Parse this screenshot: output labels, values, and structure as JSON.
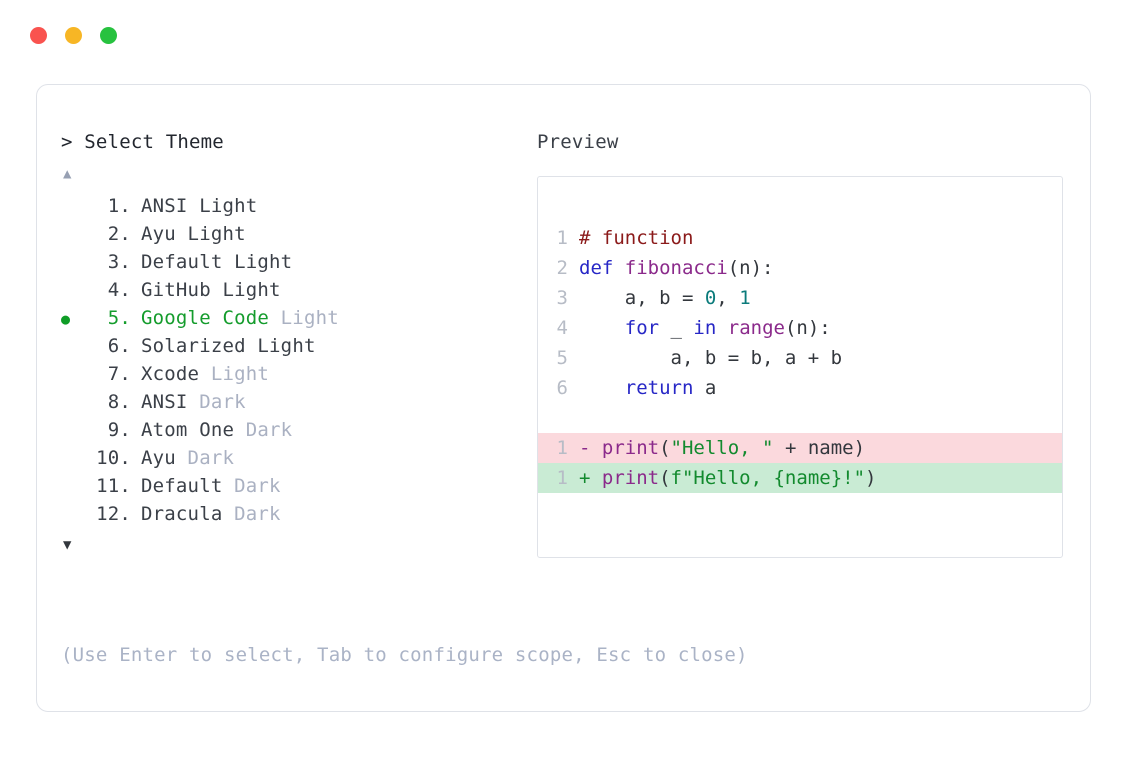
{
  "window": {
    "controls": [
      {
        "name": "close",
        "color": "#f9534f"
      },
      {
        "name": "minimize",
        "color": "#f7b625"
      },
      {
        "name": "maximize",
        "color": "#27c23f"
      }
    ]
  },
  "selector": {
    "prompt_symbol": ">",
    "title": "Select Theme",
    "scroll_up_glyph": "▲",
    "scroll_down_glyph": "▼",
    "bullet_glyph": "●",
    "selected_index": 5,
    "items": [
      {
        "number": "1.",
        "name": "ANSI",
        "variant": "Light",
        "variant_muted": false,
        "selected": false
      },
      {
        "number": "2.",
        "name": "Ayu",
        "variant": "Light",
        "variant_muted": false,
        "selected": false
      },
      {
        "number": "3.",
        "name": "Default",
        "variant": "Light",
        "variant_muted": false,
        "selected": false
      },
      {
        "number": "4.",
        "name": "GitHub",
        "variant": "Light",
        "variant_muted": false,
        "selected": false
      },
      {
        "number": "5.",
        "name": "Google Code",
        "variant": "Light",
        "variant_muted": true,
        "selected": true
      },
      {
        "number": "6.",
        "name": "Solarized",
        "variant": "Light",
        "variant_muted": false,
        "selected": false
      },
      {
        "number": "7.",
        "name": "Xcode",
        "variant": "Light",
        "variant_muted": true,
        "selected": false
      },
      {
        "number": "8.",
        "name": "ANSI",
        "variant": "Dark",
        "variant_muted": true,
        "selected": false
      },
      {
        "number": "9.",
        "name": "Atom One",
        "variant": "Dark",
        "variant_muted": true,
        "selected": false
      },
      {
        "number": "10.",
        "name": "Ayu",
        "variant": "Dark",
        "variant_muted": true,
        "selected": false
      },
      {
        "number": "11.",
        "name": "Default",
        "variant": "Dark",
        "variant_muted": true,
        "selected": false
      },
      {
        "number": "12.",
        "name": "Dracula",
        "variant": "Dark",
        "variant_muted": true,
        "selected": false
      }
    ],
    "hint": "(Use Enter to select, Tab to configure scope, Esc to close)"
  },
  "preview": {
    "label": "Preview",
    "code_lines": [
      {
        "number": "1",
        "tokens": [
          {
            "t": "# function",
            "c": "tok-comment"
          }
        ]
      },
      {
        "number": "2",
        "tokens": [
          {
            "t": "def ",
            "c": "tok-kw"
          },
          {
            "t": "fibonacci",
            "c": "tok-fn"
          },
          {
            "t": "(n):",
            "c": "tok-plain"
          }
        ]
      },
      {
        "number": "3",
        "tokens": [
          {
            "t": "    a, b = ",
            "c": "tok-plain"
          },
          {
            "t": "0",
            "c": "tok-num"
          },
          {
            "t": ", ",
            "c": "tok-plain"
          },
          {
            "t": "1",
            "c": "tok-num"
          }
        ]
      },
      {
        "number": "4",
        "tokens": [
          {
            "t": "    ",
            "c": "tok-plain"
          },
          {
            "t": "for",
            "c": "tok-kw"
          },
          {
            "t": " _ ",
            "c": "tok-plain"
          },
          {
            "t": "in",
            "c": "tok-kw"
          },
          {
            "t": " ",
            "c": "tok-plain"
          },
          {
            "t": "range",
            "c": "tok-fn"
          },
          {
            "t": "(n):",
            "c": "tok-plain"
          }
        ]
      },
      {
        "number": "5",
        "tokens": [
          {
            "t": "        a, b = b, a + b",
            "c": "tok-plain"
          }
        ]
      },
      {
        "number": "6",
        "tokens": [
          {
            "t": "    ",
            "c": "tok-plain"
          },
          {
            "t": "return",
            "c": "tok-kw"
          },
          {
            "t": " a",
            "c": "tok-plain"
          }
        ]
      }
    ],
    "diff_lines": [
      {
        "number": "1",
        "kind": "removed",
        "marker": "-",
        "background": "#fbd9dd",
        "tokens": [
          {
            "t": "print",
            "c": "tok-fn"
          },
          {
            "t": "(",
            "c": "tok-plain"
          },
          {
            "t": "\"Hello, \"",
            "c": "tok-str"
          },
          {
            "t": " + name)",
            "c": "tok-plain"
          }
        ]
      },
      {
        "number": "1",
        "kind": "added",
        "marker": "+",
        "background": "#c9ebd4",
        "tokens": [
          {
            "t": "print",
            "c": "tok-fn"
          },
          {
            "t": "(",
            "c": "tok-plain"
          },
          {
            "t": "f\"Hello, {name}!\"",
            "c": "tok-str"
          },
          {
            "t": ")",
            "c": "tok-plain"
          }
        ]
      }
    ]
  }
}
